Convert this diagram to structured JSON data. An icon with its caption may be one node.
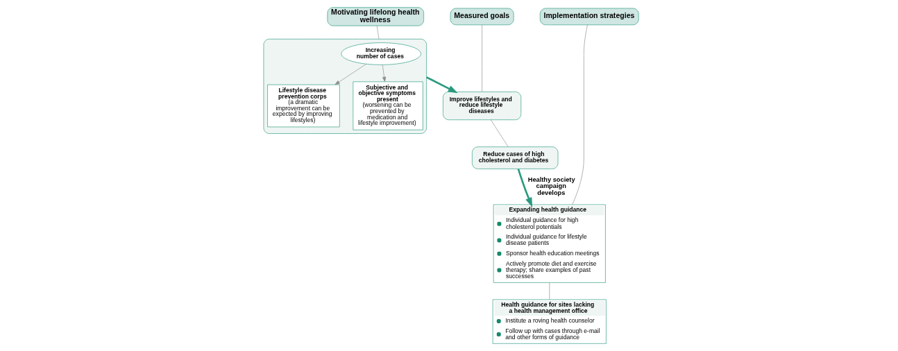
{
  "diagram": {
    "nodes": [
      {
        "text": [
          "Motivating lifelong health wellness"
        ]
      },
      {
        "text": [],
        "shape": "box"
      },
      {
        "text": [
          "Increasing number of cases"
        ],
        "in": 1
      },
      {
        "text": [
          "Lifestyle disease prevention corps",
          "(a dramatic improvement can be expected by improving lifestyles)"
        ],
        "in": 1
      },
      {
        "text": [
          "Subjective and objective symptoms present",
          "(worsening can be prevented by medication and lifestyle improvement)"
        ],
        "in": 1
      },
      {
        "text": [
          "Measured goals"
        ]
      },
      {
        "text": [
          "Improve lifestyles and reduce lifestyle diseases"
        ]
      },
      {
        "text": [
          "Reduce cases of high cholesterol and diabetes"
        ]
      },
      {
        "text": [
          "Implementation strategies"
        ]
      },
      {
        "text": [
          "Expanding health guidance",
          "Individual guidance for high cholesterol potentials",
          "Individual guidance for lifestyle disease patients",
          "Sponsor health education meetings",
          "Actively promote diet and exercise therapy; share examples of past successes"
        ]
      },
      {
        "text": [
          "Health guidance for sites lacking a health management office",
          "Institute a roving health counselor",
          "Follow up with cases through e-mail and other forms of guidance"
        ]
      }
    ],
    "edges": [
      {
        "from": 0,
        "to": 1,
        "arrow": "none"
      },
      {
        "from": 2,
        "to": 3,
        "arrow": "to"
      },
      {
        "from": 2,
        "to": 4,
        "arrow": "to"
      },
      {
        "from": 1,
        "to": 6,
        "arrow": "to",
        "style": "thick",
        "color": "#2a9a7e"
      },
      {
        "from": 5,
        "to": 6,
        "arrow": "none"
      },
      {
        "from": 6,
        "to": 7,
        "arrow": "none"
      },
      {
        "from": 7,
        "to": 9,
        "arrow": "to",
        "label": "Healthy society campaign develops",
        "style": "thick",
        "color": "#2a9a7e"
      },
      {
        "from": 8,
        "to": 9,
        "arrow": "none"
      },
      {
        "from": 9,
        "to": 10,
        "arrow": "none"
      }
    ]
  }
}
